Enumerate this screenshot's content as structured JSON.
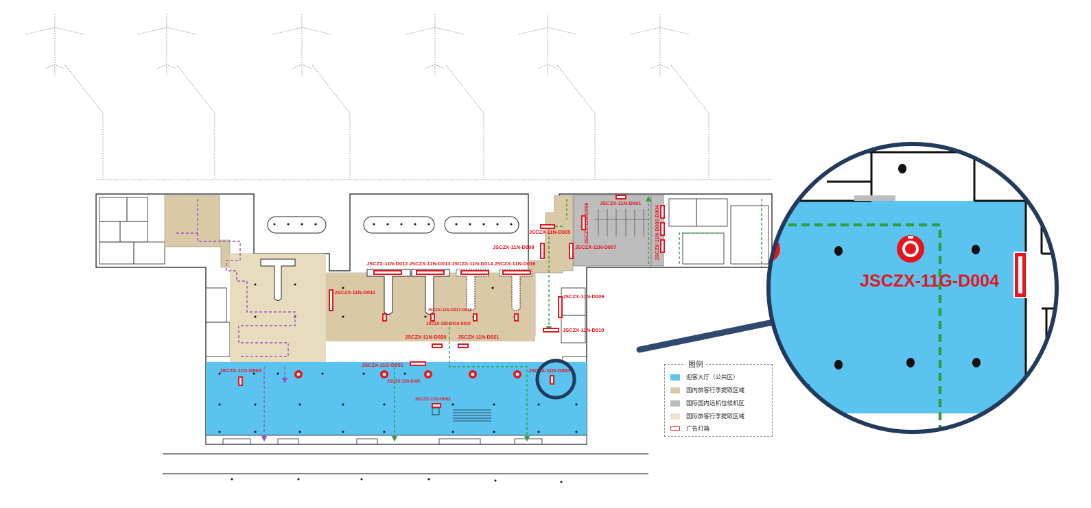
{
  "colors": {
    "arrival_hall": "#5bc3f0",
    "domestic_baggage": "#d9c9a6",
    "remote_stand": "#bdbdbd",
    "intl_baggage": "#ece4cc",
    "ad_box": "#e8141c",
    "route_green": "#2ea043",
    "route_purple": "#9b4fc2",
    "callout_ring": "#233a5c"
  },
  "legend": {
    "title": "图例",
    "items": [
      {
        "label": "迎客大厅（公共区）",
        "color": "#5bc3f0",
        "icon": "color-swatch"
      },
      {
        "label": "国内旅客行李提取区域",
        "color": "#d9c9a6",
        "icon": "color-swatch"
      },
      {
        "label": "国际国内远机位候机区",
        "color": "#bdbdbd",
        "icon": "color-swatch"
      },
      {
        "label": "国际旅客行李提取区域",
        "color": "#ece4cc",
        "icon": "color-swatch"
      },
      {
        "label": "广告灯箱",
        "color": "#e8141c",
        "icon": "ad-box-icon"
      }
    ]
  },
  "ad_labels": {
    "n001": "JSCZX-11N-D001",
    "n002": "JSCZX-11N-D002-D004",
    "n005": "JSCZX-11N-D005",
    "n006": "JSCZX-11N-D006",
    "n007": "JSCZX-11N-D007",
    "n008": "JSCZX-11N-D008",
    "n009": "JSCZX-11N-D009",
    "n010": "JSCZX-11N-D010",
    "n011": "JSCZX-11N-D011",
    "n012": "JSCZX-11N-D012",
    "n013": "JSCZX-11N-D013",
    "n014": "JSCZX-11N-D014",
    "n016": "JSCZX-11N-D016",
    "n017": "JSCZX-11N-D017-D018",
    "n019": "JSCZX-11N-D016-D019",
    "n020": "JSCZX-11N-D020",
    "n021": "JSCZX-11N-D021",
    "g001": "JSCZX-11G-D001",
    "g002": "JSCZX-11G-D002",
    "g003": "JSCZX-11G-D003",
    "g004": "JSCZX-11G-D004",
    "g005": "JSCZX-11G-D005"
  },
  "callout": {
    "label": "JSCZX-11G-D004"
  }
}
